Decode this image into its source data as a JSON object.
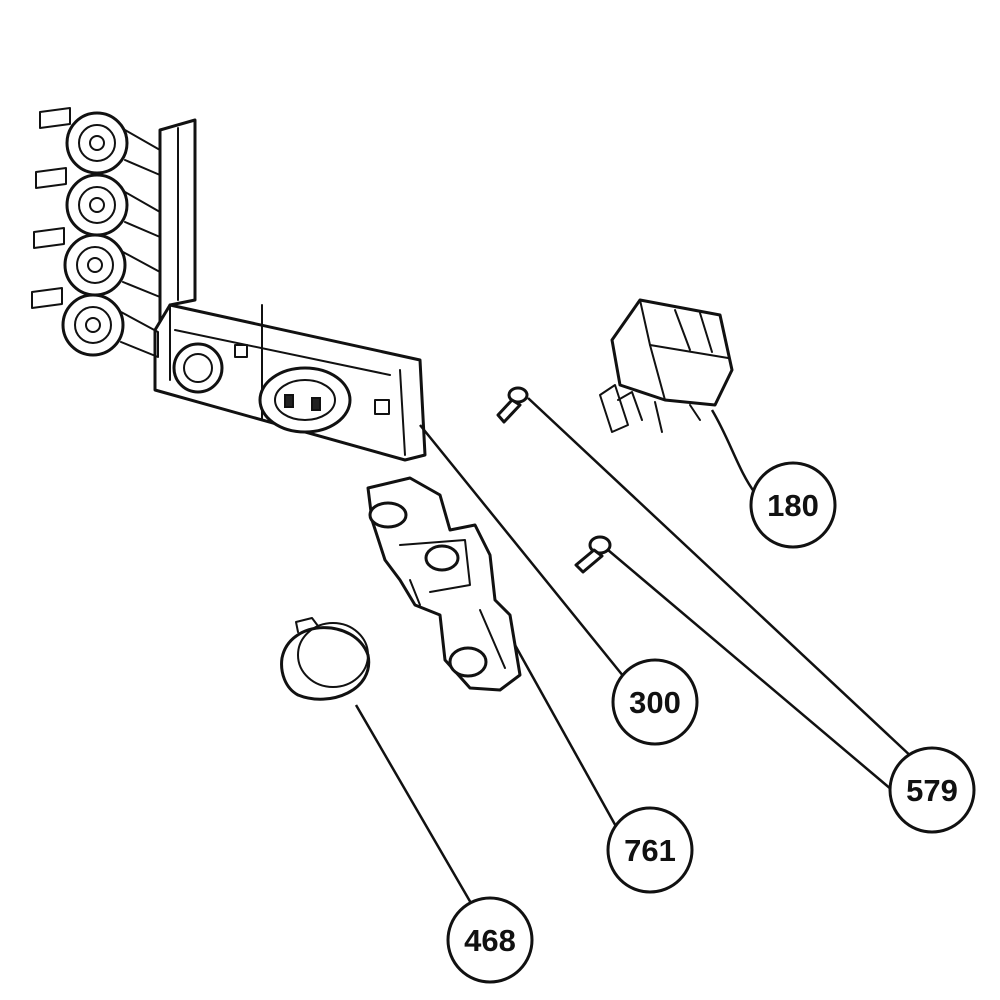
{
  "callouts": {
    "c180": {
      "label": "180"
    },
    "c300": {
      "label": "300"
    },
    "c468": {
      "label": "468"
    },
    "c579": {
      "label": "579"
    },
    "c761": {
      "label": "761"
    }
  },
  "colors": {
    "line": "#111111",
    "background": "#ffffff"
  }
}
